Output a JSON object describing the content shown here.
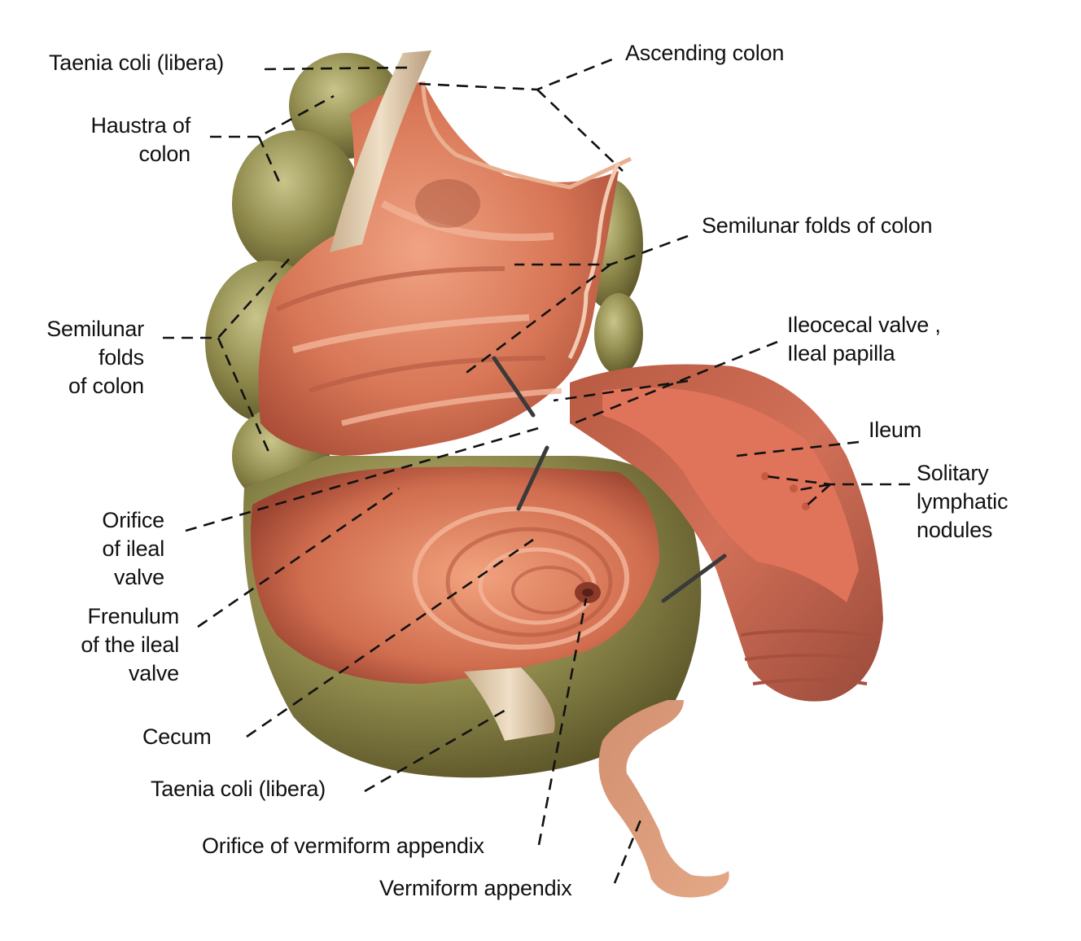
{
  "labels": {
    "taenia_top": "Taenia coli (libera)",
    "ascending_colon": "Ascending colon",
    "haustra": [
      "Haustra of",
      "colon"
    ],
    "semilunar_right": "Semilunar folds of colon",
    "ileocecal": [
      "Ileocecal valve ,",
      "Ileal papilla"
    ],
    "semilunar_left": [
      "Semilunar",
      "folds",
      "of  colon"
    ],
    "ileum": "Ileum",
    "solitary": [
      "Solitary",
      "lymphatic",
      "nodules"
    ],
    "orifice_ileal": [
      "Orifice",
      "of ileal",
      "valve"
    ],
    "frenulum": [
      "Frenulum",
      "of the ileal",
      "valve"
    ],
    "cecum": "Cecum",
    "taenia_bottom": "Taenia coli (libera)",
    "orifice_appendix": "Orifice of vermiform appendix",
    "vermiform": "Vermiform appendix"
  },
  "colors": {
    "serosa": "#8a8a4a",
    "mucosa": "#d9785a",
    "mucosa_dark": "#a84a35",
    "leader": "#111111"
  }
}
